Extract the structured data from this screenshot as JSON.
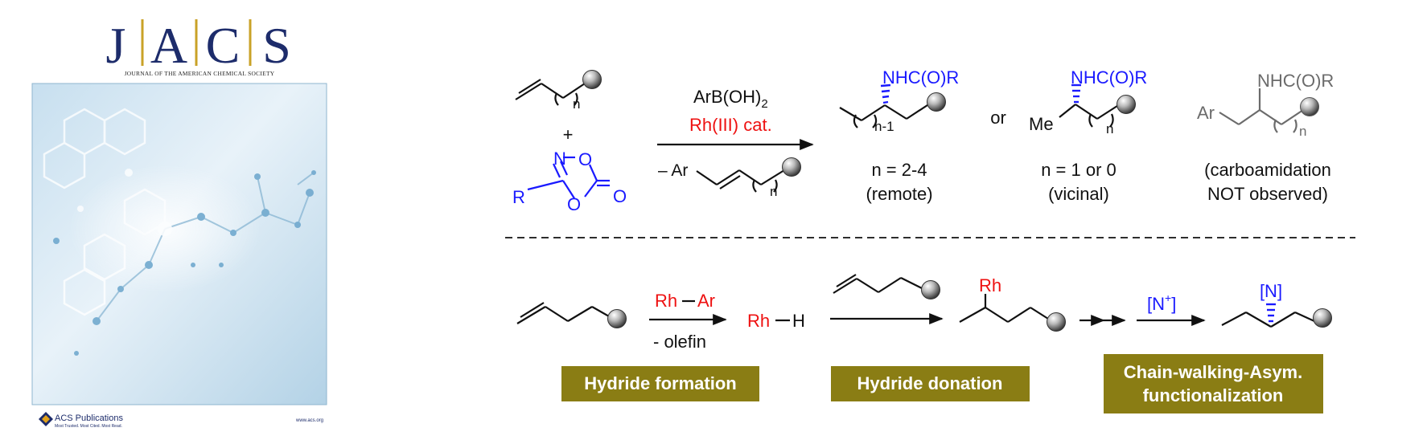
{
  "cover": {
    "logo_letters": [
      "J",
      "A",
      "C",
      "S"
    ],
    "journal_name": "JOURNAL OF THE AMERICAN CHEMICAL SOCIETY",
    "publisher": "ACS Publications",
    "publisher_tagline": "Most Trusted. Most Cited. Most Read.",
    "website": "www.acs.org"
  },
  "reaction": {
    "substrate_n": "n",
    "plus": "+",
    "dioxazolone_N": "N",
    "dioxazolone_O1": "O",
    "dioxazolone_O2": "O",
    "dioxazolone_O3": "O",
    "dioxazolone_R": "R",
    "reagent_main": "ArB(OH)",
    "reagent_sub": "2",
    "catalyst": "Rh(III) cat.",
    "byproduct_minus": "– Ar",
    "byproduct_n": "n",
    "product1_group": "NHC(O)R",
    "product1_n": "n-1",
    "product1_cond": "n = 2-4",
    "product1_type": "(remote)",
    "or": "or",
    "product2_group": "NHC(O)R",
    "product2_me": "Me",
    "product2_n": "n",
    "product2_cond": "n = 1 or 0",
    "product2_type": "(vicinal)",
    "product3_group": "NHC(O)R",
    "product3_ar": "Ar",
    "product3_n": "n",
    "product3_note1": "(carboamidation",
    "product3_note2": "NOT observed)"
  },
  "mechanism": {
    "step1_rh": "Rh",
    "step1_ar": "Ar",
    "step1_below": "- olefin",
    "rhh_rh": "Rh",
    "rhh_h": "H",
    "alkyl_rh": "Rh",
    "nplus_main": "[N",
    "nplus_sup": "+",
    "nplus_close": "]",
    "final_label": "[N]",
    "box1": "Hydride formation",
    "box2": "Hydride donation",
    "box3_line1": "Chain-walking-Asym.",
    "box3_line2": "functionalization"
  },
  "colors": {
    "blue": "#1a1aff",
    "red": "#ee1111",
    "gray": "#6b6b6b",
    "olive": "#8a7d14",
    "jacs_navy": "#1d2c6b",
    "cover_bg": "#dcebf5"
  }
}
